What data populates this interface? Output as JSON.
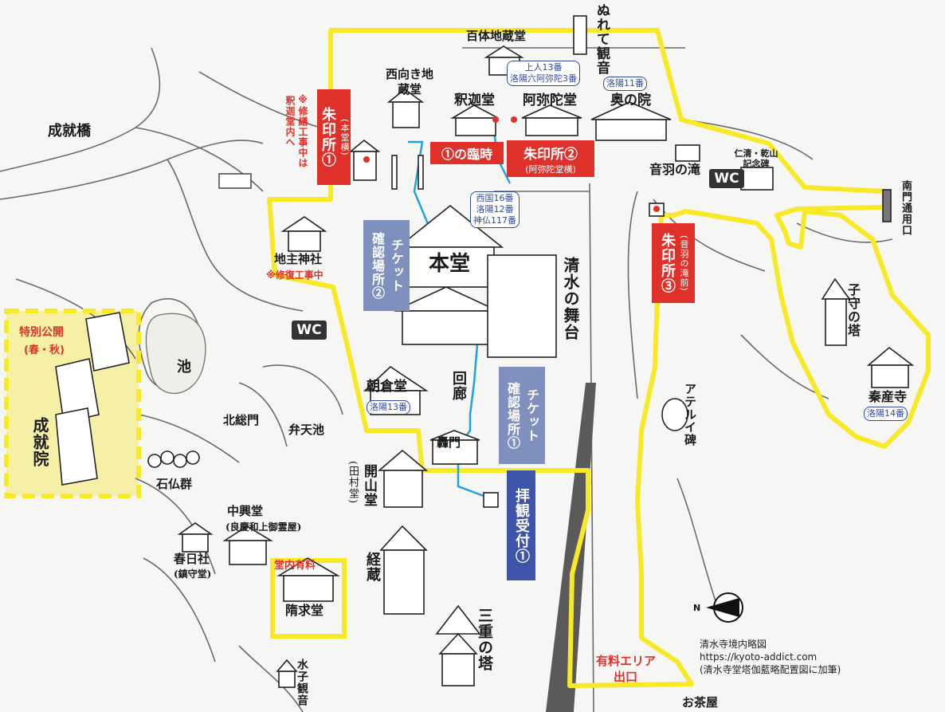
{
  "labels": {
    "hyakutai": "百体地蔵堂",
    "nurete": "ぬれて観音",
    "nishimuki": "西向き地蔵堂",
    "shaka": "釈迦堂",
    "amida": "阿弥陀堂",
    "okunoin": "奥の院",
    "jojubashi": "成就橋",
    "otowa": "音羽の滝",
    "jinsei": "仁清・乾山記念碑",
    "minamimon": "南門通用口",
    "jishu": "地主神社",
    "hondo": "本堂",
    "butai": "清水の舞台",
    "koyasu": "子守の塔",
    "taisan": "秦産寺",
    "ike": "池",
    "jojuin": "成就院",
    "asakura": "朝倉堂",
    "kairo": "回廊",
    "hokusomon": "北総門",
    "bentenike": "弁天池",
    "todoroki": "轟門",
    "kaisan": "開山堂",
    "kaisan_sub": "(田村堂)",
    "aterui": "アテルイ碑",
    "sekibutsu": "石仏群",
    "chuko": "中興堂",
    "chuko_sub": "(良慶和上御霊屋)",
    "kasuga": "春日社",
    "kasuga_sub": "(鎮守堂)",
    "kyozo": "経蔵",
    "zuigu": "隋求堂",
    "sanju": "三重の塔",
    "mizuko": "水子観音",
    "ochaya": "お茶屋"
  },
  "red_boxes": {
    "goshuin1": "朱印所①",
    "goshuin1_sub": "(本堂横)",
    "rinji": "①の臨時",
    "goshuin2": "朱印所②",
    "goshuin2_sub": "(阿弥陀堂横)",
    "goshuin3": "朱印所③",
    "goshuin3_sub": "(音羽の滝前)"
  },
  "blue_boxes": {
    "kakunin2_a": "チケット",
    "kakunin2_b": "確認場所②",
    "kakunin1_a": "チケット",
    "kakunin1_b": "確認場所①",
    "haikan": "拝観受付①"
  },
  "tags": {
    "shonin": "上人13番",
    "rakuyo_amida": "洛陽六阿弥陀3番",
    "rakuyo11": "洛陽11番",
    "saigoku": "西国16番",
    "rakuyo12": "洛陽12番",
    "shinbutsu": "神仏117番",
    "rakuyo13": "洛陽13番",
    "rakuyo14": "洛陽14番"
  },
  "notes": {
    "shuzen": "※修繕工事中は",
    "shuzen2": "釈迦堂内へ",
    "shufuku": "※修復工事中",
    "tokubetsu": "特別公開",
    "tokubetsu2": "(春・秋)",
    "donai": "堂内有料",
    "yuryo": "有料エリア",
    "deguchi": "出口"
  },
  "wc": {
    "label": "WC"
  },
  "credit": {
    "title": "清水寺境内略図",
    "url": "https://kyoto-addict.com",
    "note": "(清水寺堂塔伽藍略配置図に加筆)"
  },
  "colors": {
    "route_yellow": "#f7e925",
    "red": "#e0302a",
    "blue": "#7f90bf",
    "navy": "#3e54a8",
    "path_cyan": "#1fa3dc",
    "highlight": "#f5f0a6"
  },
  "icons": {
    "compass": "north-arrow-icon"
  }
}
